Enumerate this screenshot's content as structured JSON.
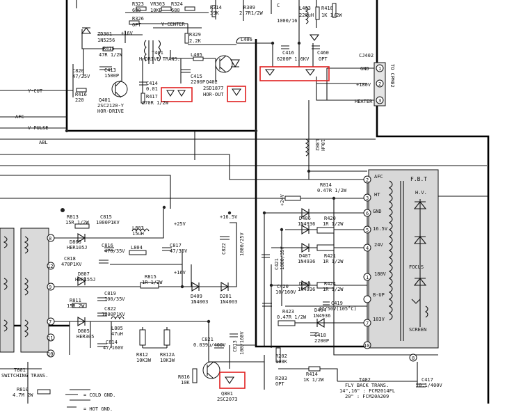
{
  "colors": {
    "wire": "#111111",
    "highlight": "#e02020",
    "paper": "#ffffff"
  },
  "labels": {
    "r323": "R323",
    "r323v": "680",
    "vr303": "VR303",
    "vr303v": "10KB",
    "r324": "R324",
    "r324v": "680",
    "r326": "R326",
    "r326v": "OPT",
    "vcenter": "V-CENTER",
    "r314": "R314",
    "r314v": "39K",
    "r309": "R309",
    "r309v": "2.7R1/2W",
    "c": "C",
    "c1000": "1000/16",
    "zd301": "ZD301",
    "zd301v": "1N5256",
    "p16v": "+16V",
    "r415": "R415",
    "r415v": "47R 1/2W",
    "t401": "T401",
    "t401d": "H-DRIVE TRANS.",
    "r329": "R329",
    "r329v": "2.2K",
    "l405": "L405",
    "l406": "L406",
    "c415": "C415",
    "c415v": "2200P",
    "q402": "Q402",
    "q402v": "2SD1877",
    "q402d": "HOR-OUT",
    "c416": "C416",
    "c416v": "6200P 1.6KV",
    "c460": "C460",
    "c460v": "OPT",
    "c820": "C820",
    "c820v": "47/25V",
    "c413": "C413",
    "c413v": "1500P",
    "c414": "C414",
    "c414v": "0.01",
    "r417": "R417",
    "r417v": "270R 1/2W",
    "q401": "Q401",
    "q401v": "2SC2120-Y",
    "q401d": "HOR-DRIVE",
    "r416": "R416",
    "r416v": "220",
    "ycut": "Y-CUT",
    "afc": "AFC",
    "vpulse": "V-PULSE",
    "abl": "ABL",
    "cj402": "CJ402",
    "gnd": "GND",
    "p180v": "+180V",
    "heater": "HEATER",
    "tocp": "TO CPM02",
    "l802": "L802",
    "l802v": "10uH",
    "fbt": "F.B.T",
    "hv": "H.V.",
    "focus": "FOCUS",
    "screen": "SCREEN",
    "pAfc": "AFC",
    "pHt": "HT",
    "pGnd": "GND",
    "p165v": "16.5V",
    "p24v": "24V",
    "p180": "180V",
    "pBplus": "B-UP",
    "p103v": "103V",
    "r814": "R814",
    "r814v": "0.47R 1/2W",
    "d406": "D406",
    "d406v": "1N4936",
    "r420": "R420",
    "r420v": "1R 1/2W",
    "d407": "D407",
    "d407v": "1N4936",
    "r421": "R421",
    "r421v": "1R 1/2W",
    "d405": "D405",
    "d405v": "1N4936",
    "r424": "R424",
    "r424v": "1R 1/2W",
    "p24vb": "+24V",
    "c421": "C421",
    "c421v": "1000/35V",
    "c420": "C420",
    "c420v": "10/160V",
    "r423": "R423",
    "r423v": "0.47R 1/2W",
    "d404": "D404",
    "d404v": "1N4936",
    "c419": "C419",
    "c419v": "47/50V(105°C)",
    "c418": "C418",
    "c418v": "2200P",
    "r813": "R813",
    "r813v": "15R 1/2W",
    "c815": "C815",
    "c815v": "1000P1KV",
    "d806": "D806",
    "d806v": "HER105J",
    "l803": "L803",
    "l803v": "15uH",
    "c816": "C816",
    "c816v": "470/35V",
    "l804": "L804",
    "c817": "C817",
    "c817v": "47/35V",
    "p25v": "+25V",
    "p165b": "+16.5V",
    "c822": "C822",
    "c822v": "1000/25V",
    "c818": "C818",
    "c818v": "470P1KV",
    "d807": "D807",
    "d807v": "HER155J",
    "r815": "R815",
    "r815v": "1R 1/2W",
    "p16vb": "+16V",
    "c819": "C819",
    "c819v": "100/35V",
    "d409": "D409",
    "d409v": "1N4003",
    "d201": "D201",
    "d201v": "1N4003",
    "r811": "R811",
    "r811v": "15R 2W",
    "c822b": "C822",
    "c822bv": "1000P1KV",
    "d805": "D805",
    "d805v": "HER305",
    "l805": "L805",
    "l805v": "47uH",
    "c814": "C814",
    "c814v": "47/160V",
    "r812": "R812",
    "r812v": "10K3W",
    "r812a": "R812A",
    "r812av": "10K3W",
    "c821": "C821",
    "c821v": "0.039u/400V",
    "c813": "C813",
    "c813v": "100/160V",
    "r202": "R202",
    "r202v": "100K",
    "r203": "R203",
    "r203v": "OPT",
    "r414": "R414",
    "r414v": "1K 1/2W",
    "r816": "R816",
    "r816v": "10K",
    "q801": "Q801",
    "q801v": "2SC2073",
    "t402": "T402",
    "t402d": "FLY BACK TRANS.",
    "t402a": "14\",16\" : FCM2014FL",
    "t402b": "20\"  : FCM20A209",
    "c417": "C417",
    "c417v": "0.1/400V",
    "t801": "T801",
    "t801d": "SWITCHING TRANS.",
    "r810": "R810",
    "r810v": "4.7M 2W",
    "coldgnd": "= COLD GND.",
    "hotgnd": "= HOT GND.",
    "r418": "R418",
    "r418v": "1K 1/2W",
    "l403": "L403",
    "l403v": "220uH",
    "pin8": "8",
    "pin12": "12",
    "pin9": "9",
    "pin7": "7",
    "pin11": "11",
    "pin10": "10",
    "fp2": "2",
    "fp3": "3",
    "fp6": "6",
    "fp5": "5",
    "fp4": "4",
    "fp1": "1",
    "fp10": "10",
    "fp8": "8",
    "fp7": "7",
    "ta": "1",
    "tb": "2",
    "tc": "3"
  }
}
